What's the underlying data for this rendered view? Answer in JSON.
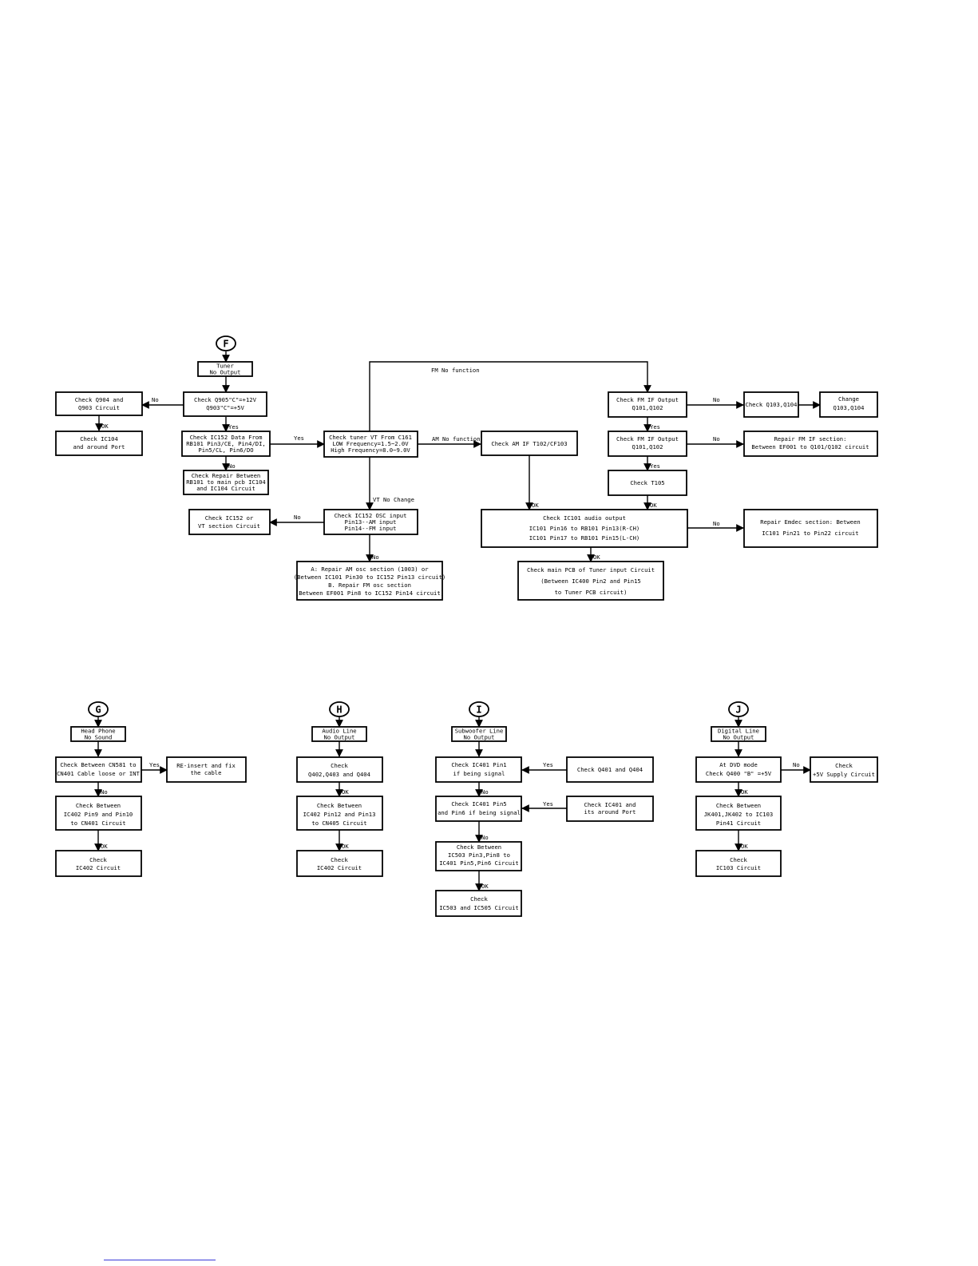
{
  "colors": {
    "ink": "#000000",
    "paper": "#ffffff",
    "link_underline": "#3a3ad8"
  },
  "terminals": {
    "F": "F",
    "G": "G",
    "H": "H",
    "I": "I",
    "J": "J"
  },
  "F": {
    "tuner": [
      "Tuner",
      "No Output"
    ],
    "q905": [
      "Check Q905\"C\"=+12V",
      "Q903\"C\"=+5V"
    ],
    "q904": [
      "Check Q904 and",
      "Q903 Circuit"
    ],
    "ic104": [
      "Check IC104",
      "and around Port"
    ],
    "ic152data": [
      "Check IC152 Data From",
      "RB101  Pin3/CE, Pin4/DI,",
      "Pin5/CL, Pin6/DO"
    ],
    "repair_between": [
      "Check Repair Between",
      "RB101 to main pcb IC104",
      "and IC104 Circuit"
    ],
    "vt": [
      "Check tuner VT From C161",
      "LOW Frequency=1.5~2.0V",
      "High Frequency=8.0~9.0V"
    ],
    "osc": [
      "Check IC152 OSC input",
      "Pin13--AM input",
      "Pin14--FM input"
    ],
    "ic152vt": [
      "Check IC152 or",
      "VT section Circuit"
    ],
    "repair_osc": [
      "A: Repair AM osc section (1003) or",
      "(Between IC101 Pin30 to IC152 Pin13 circuit)",
      "B. Repair FM osc section",
      "(Between EF001 Pin8 to IC152 Pin14 circuit)"
    ],
    "am_if": [
      "Check AM IF T102/CF103"
    ],
    "fm_if1": [
      "Check FM IF Output",
      "Q101,Q102"
    ],
    "q103": [
      "Check Q103,Q104"
    ],
    "change": [
      "Change",
      "Q103,Q104"
    ],
    "fm_if2": [
      "Check FM IF Output",
      "Q101,Q102"
    ],
    "repair_fm": [
      "Repair FM IF section:",
      "Between EF001 to Q101/Q102 circuit"
    ],
    "t105": [
      "Check T105"
    ],
    "audio": [
      "Check IC101 audio output",
      "IC101 Pin16 to RB101 Pin13(R-CH)",
      "IC101 Pin17 to RB101 Pin15(L-CH)"
    ],
    "emdec": [
      "Repair Emdec section: Between",
      "IC101 Pin21 to Pin22 circuit"
    ],
    "mainpcb": [
      "Check main PCB of Tuner input Circuit",
      "(Between IC400 Pin2 and Pin15",
      "to Tuner PCB circuit)"
    ]
  },
  "G": {
    "head": [
      "Head Phone",
      "No Sound"
    ],
    "cn581": [
      "Check Between CN581 to",
      "CN401 Cable loose or INT"
    ],
    "reinsert": [
      "RE-insert and fix",
      "the cable"
    ],
    "between": [
      "Check Between",
      "IC402 Pin9 and Pin10",
      "to CN401 Circuit"
    ],
    "final": [
      "Check",
      "IC402 Circuit"
    ]
  },
  "H": {
    "audio_line": [
      "Audio Line",
      "No Output"
    ],
    "q402": [
      "Check",
      "Q402,Q403 and Q404"
    ],
    "between": [
      "Check Between",
      "IC402 Pin12 and Pin13",
      "to CN405 Circuit"
    ],
    "final": [
      "Check",
      "IC402 Circuit"
    ]
  },
  "I": {
    "sub": [
      "Subwoofer Line",
      "No Output"
    ],
    "ic401pin1": [
      "Check IC401 Pin1",
      "if being signal"
    ],
    "q401": [
      "Check Q401 and Q404"
    ],
    "ic401pin5": [
      "Check IC401 Pin5",
      "and Pin6 if being signal"
    ],
    "ic401around": [
      "Check IC401 and",
      "its around Port"
    ],
    "between": [
      "Check Between",
      "IC503 Pin3,Pin8 to",
      "IC401 Pin5,Pin6 Circuit"
    ],
    "final": [
      "Check",
      "IC503 and IC505 Circuit"
    ]
  },
  "J": {
    "digital": [
      "Digital Line",
      "No Output"
    ],
    "dvd": [
      "At DVD mode",
      "Check Q400 \"B\" =+5V"
    ],
    "supply": [
      "Check",
      "+5V Supply Circuit"
    ],
    "between": [
      "Check Between",
      "JK401,JK402 to IC103",
      "Pin41 Circuit"
    ],
    "final": [
      "Check",
      "IC103 Circuit"
    ]
  },
  "labels": {
    "no": "No",
    "yes": "Yes",
    "ok": "OK",
    "fm_no_function": "FM No function",
    "am_no_function": "AM No function",
    "vt_no_change": "VT No Change"
  }
}
